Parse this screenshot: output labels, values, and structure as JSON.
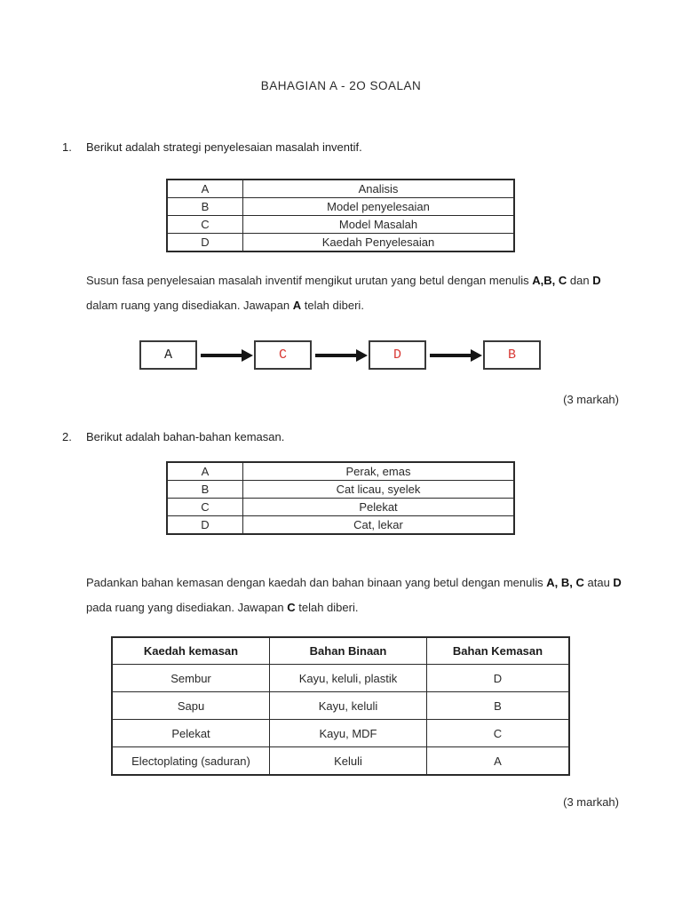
{
  "colors": {
    "answer_red": "#d83834",
    "text": "#1f1f1f"
  },
  "title": "BAHAGIAN A - 2O SOALAN",
  "q1": {
    "number": "1.",
    "intro": "Berikut adalah strategi penyelesaian masalah inventif.",
    "options": [
      {
        "key": "A",
        "value": "Analisis"
      },
      {
        "key": "B",
        "value": "Model penyelesaian"
      },
      {
        "key": "C",
        "value": "Model Masalah"
      },
      {
        "key": "D",
        "value": "Kaedah Penyelesaian"
      }
    ],
    "instruction": [
      "Susun fasa penyelesaian masalah inventif mengikut urutan yang betul dengan menulis ",
      "A,B, C",
      " dan ",
      "D",
      " dalam ruang yang disediakan. Jawapan ",
      "A",
      " telah diberi."
    ],
    "flow": [
      {
        "label": "A",
        "color": "black"
      },
      {
        "label": "C",
        "color": "red"
      },
      {
        "label": "D",
        "color": "red"
      },
      {
        "label": "B",
        "color": "red"
      }
    ],
    "marks": "(3 markah)"
  },
  "q2": {
    "number": "2.",
    "intro": "Berikut adalah bahan-bahan kemasan.",
    "options": [
      {
        "key": "A",
        "value": "Perak, emas"
      },
      {
        "key": "B",
        "value": "Cat licau, syelek"
      },
      {
        "key": "C",
        "value": "Pelekat"
      },
      {
        "key": "D",
        "value": "Cat, lekar"
      }
    ],
    "instruction": [
      "Padankan bahan kemasan dengan kaedah dan bahan binaan yang betul dengan menulis ",
      "A, B, C",
      " atau ",
      "D",
      " pada ruang yang disediakan. Jawapan ",
      "C",
      " telah diberi."
    ],
    "match_table": {
      "headers": [
        "Kaedah kemasan",
        "Bahan Binaan",
        "Bahan Kemasan"
      ],
      "rows": [
        {
          "kaedah": "Sembur",
          "binaan": "Kayu, keluli, plastik",
          "jawapan": "D",
          "jawapan_color": "red"
        },
        {
          "kaedah": "Sapu",
          "binaan": "Kayu, keluli",
          "jawapan": "B",
          "jawapan_color": "red"
        },
        {
          "kaedah": "Pelekat",
          "binaan": "Kayu, MDF",
          "jawapan": "C",
          "jawapan_color": "black"
        },
        {
          "kaedah": "Electoplating (saduran)",
          "binaan": "Keluli",
          "jawapan": "A",
          "jawapan_color": "red"
        }
      ]
    },
    "marks": "(3 markah)"
  }
}
